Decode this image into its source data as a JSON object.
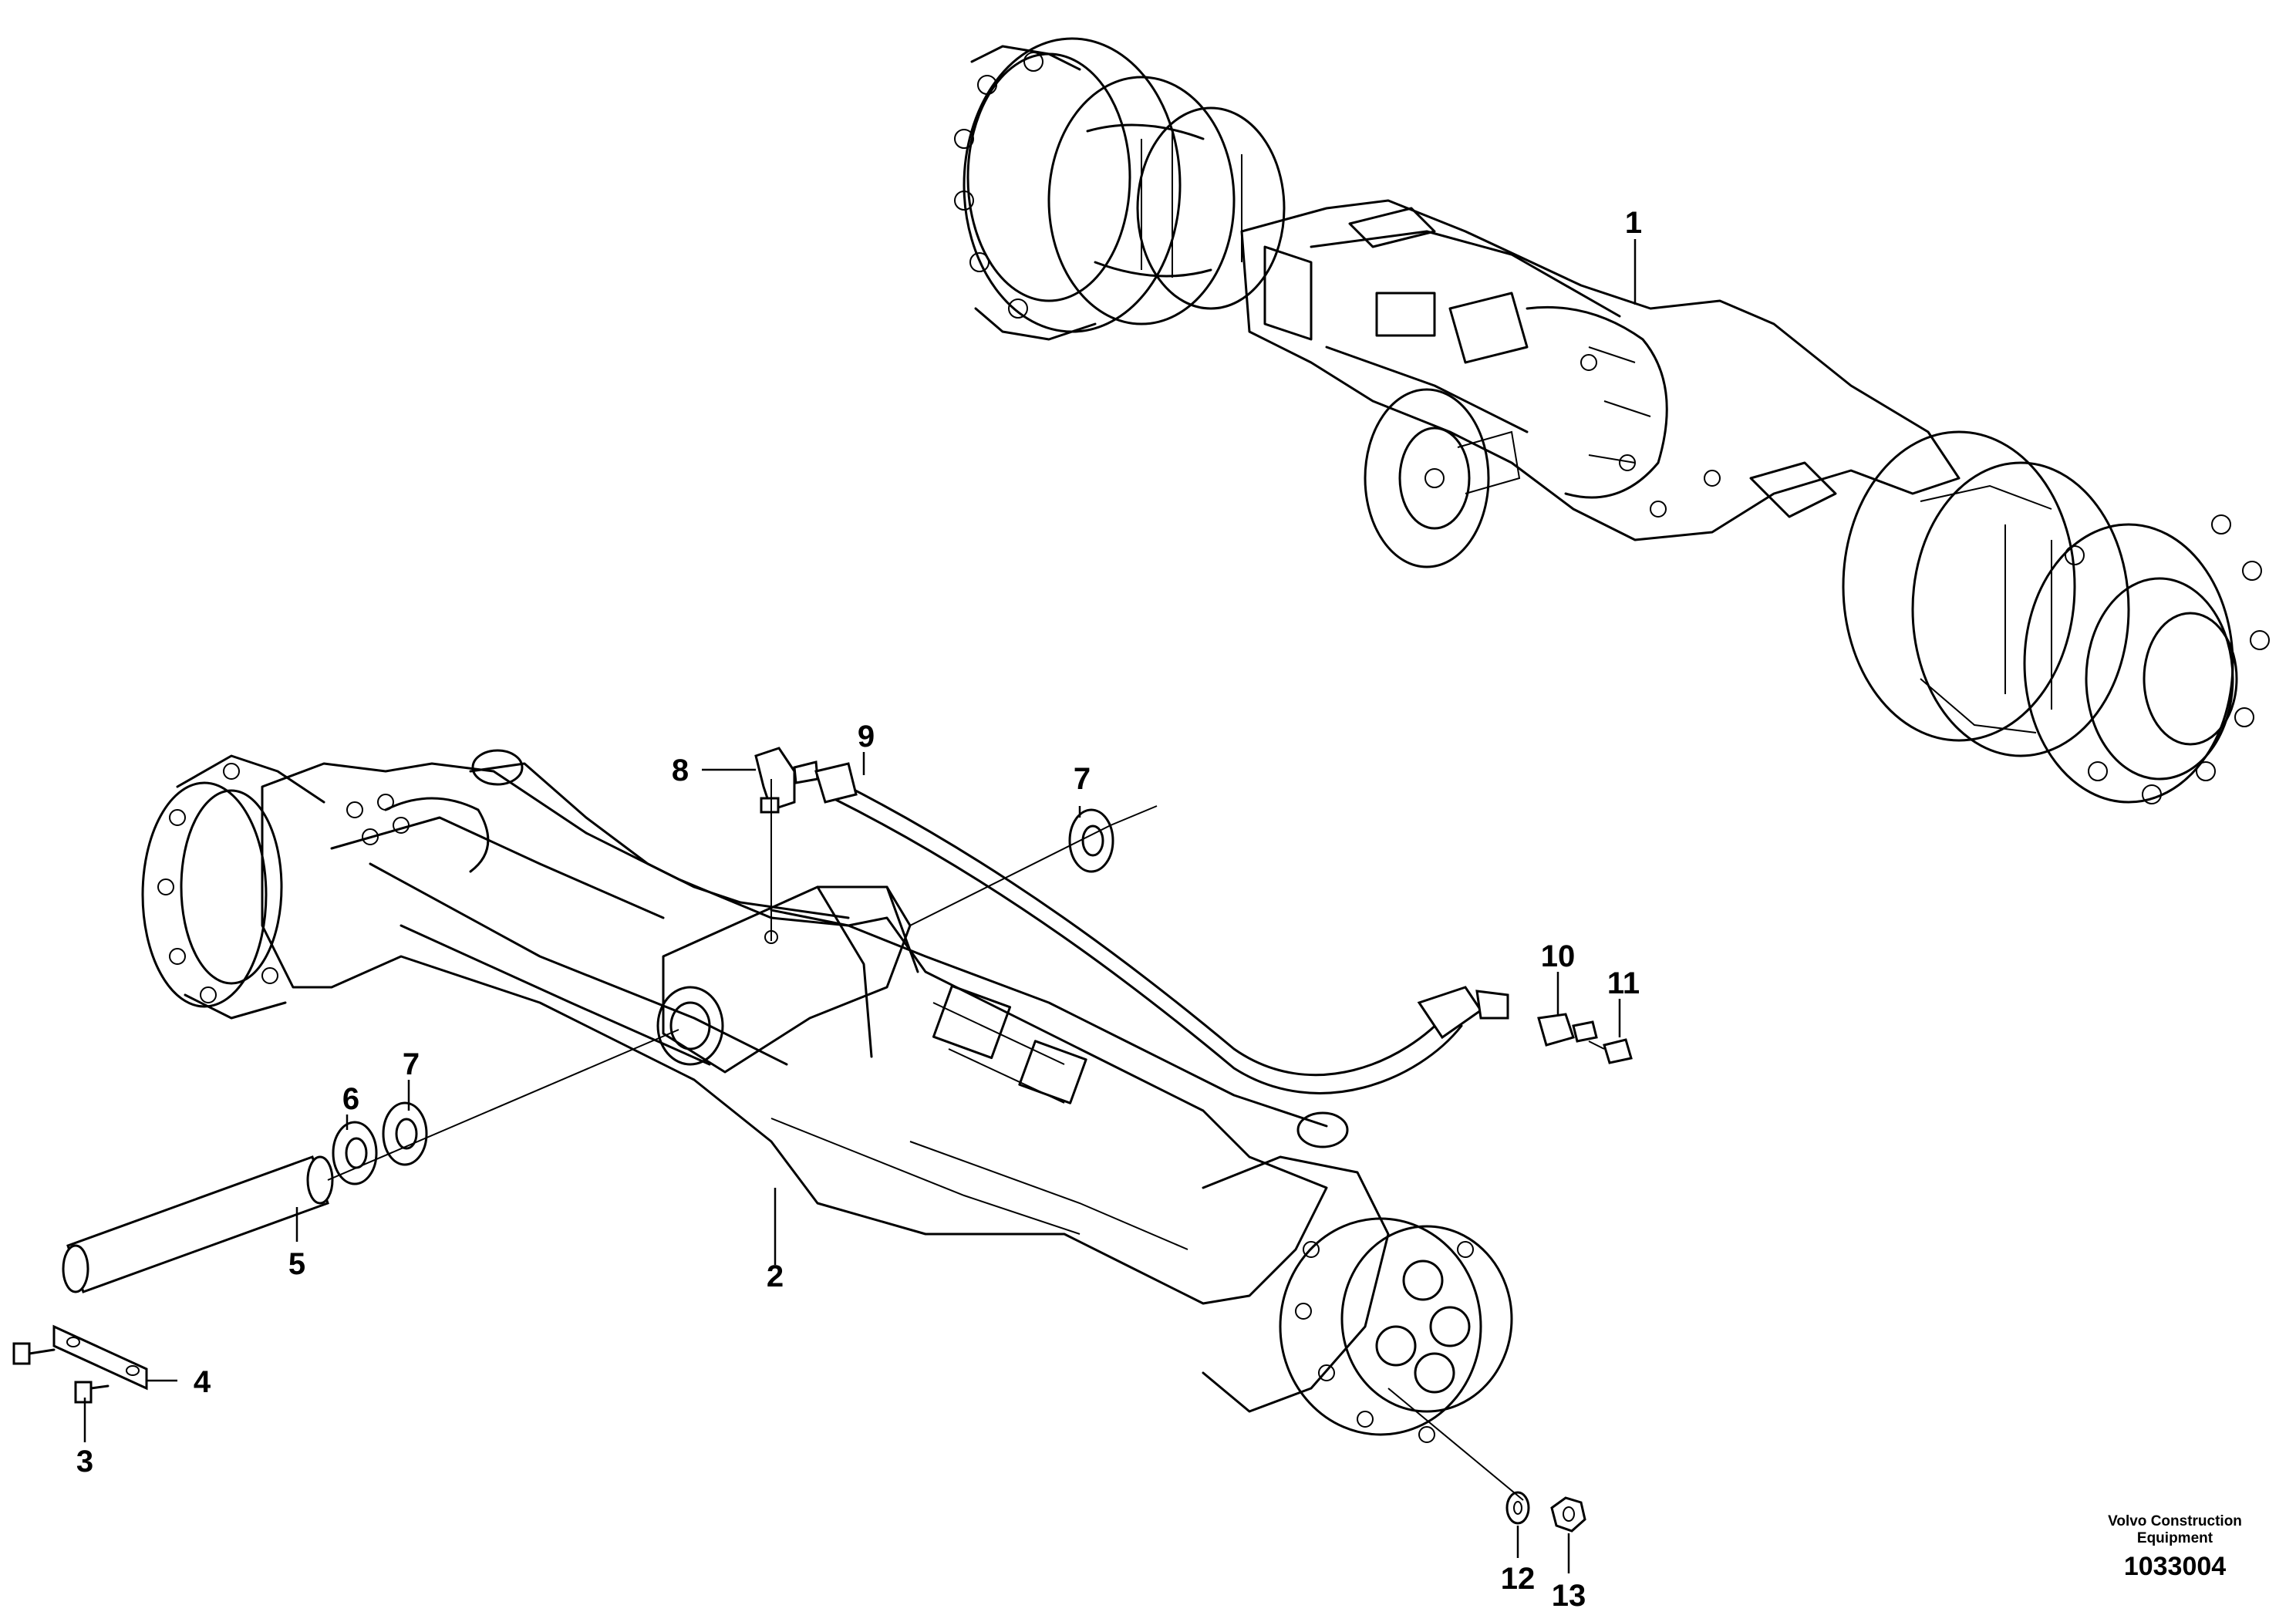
{
  "callouts": [
    {
      "id": "c1",
      "label": "1"
    },
    {
      "id": "c2",
      "label": "2"
    },
    {
      "id": "c3",
      "label": "3"
    },
    {
      "id": "c4",
      "label": "4"
    },
    {
      "id": "c5",
      "label": "5"
    },
    {
      "id": "c6",
      "label": "6"
    },
    {
      "id": "c7a",
      "label": "7"
    },
    {
      "id": "c7b",
      "label": "7"
    },
    {
      "id": "c8",
      "label": "8"
    },
    {
      "id": "c9",
      "label": "9"
    },
    {
      "id": "c10",
      "label": "10"
    },
    {
      "id": "c11",
      "label": "11"
    },
    {
      "id": "c12",
      "label": "12"
    },
    {
      "id": "c13",
      "label": "13"
    }
  ],
  "brand": {
    "line1": "Volvo Construction",
    "line2": "Equipment"
  },
  "reference_number": "1033004"
}
